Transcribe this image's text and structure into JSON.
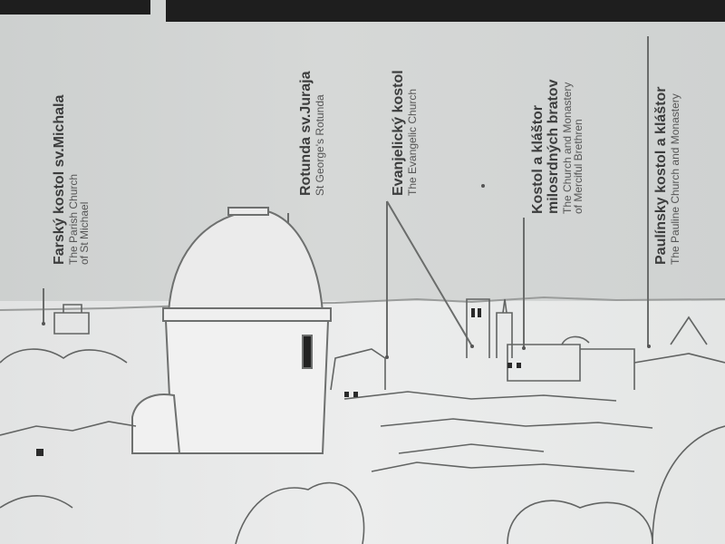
{
  "labels": [
    {
      "title": "Farský kostol sv.Michala",
      "sub1": "The Parish Church",
      "sub2": "of St Michael"
    },
    {
      "title": "Rotunda sv.Juraja",
      "sub1": "St George's Rotunda",
      "sub2": ""
    },
    {
      "title": "Evanjelický kostol",
      "sub1": "The Evangelic Church",
      "sub2": ""
    },
    {
      "title": "Kostol a kláštor",
      "title2": "milosrdných bratov",
      "sub1": "The Church and Monastery",
      "sub2": "of Merciful Brethren"
    },
    {
      "title": "Paulínsky kostol a kláštor",
      "sub1": "The Pauline Church and Monastery",
      "sub2": ""
    }
  ],
  "colors": {
    "plate": "#d4d6d5",
    "line": "#5a5c5c",
    "text": "#3c3d3d",
    "strip": "#1e1e1e"
  }
}
